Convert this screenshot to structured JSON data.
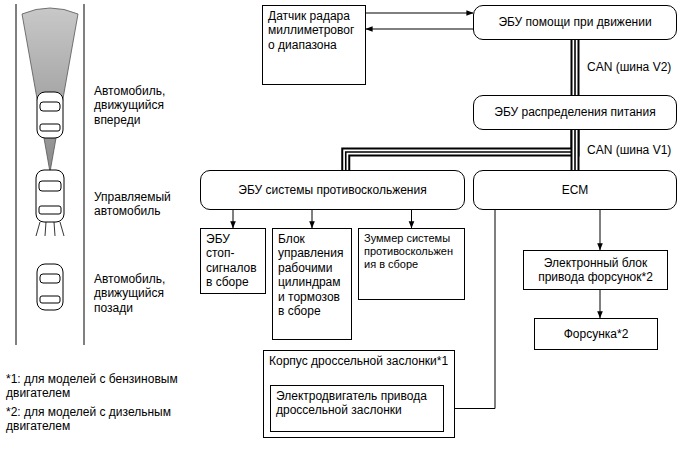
{
  "diagram": {
    "nodes": [
      {
        "text": [
          "Датчик радара миллиметрового диапазона"
        ]
      },
      {
        "text": [
          "ЭБУ помощи при движении"
        ]
      },
      {
        "text": [
          "ЭБУ распределения питания"
        ]
      },
      {
        "text": [
          "ЭБУ системы противоскольжения"
        ]
      },
      {
        "text": [
          "ECM"
        ]
      },
      {
        "text": [
          "ЭБУ стоп-сигналов в сборе"
        ]
      },
      {
        "text": [
          "Блок управления рабочими цилиндрами тормозов в сборе"
        ]
      },
      {
        "text": [
          "Зуммер системы противоскольжения в сборе"
        ]
      },
      {
        "text": [
          "Электронный блок привода форсунок*2"
        ]
      },
      {
        "text": [
          "Форсунка*2"
        ]
      },
      {
        "text": [
          "Корпус дроссельной заслонки*1"
        ]
      },
      {
        "text": [
          "Электродвигатель привода дроссельной заслонки"
        ],
        "in": 10
      }
    ],
    "edges": [
      {
        "from": 0,
        "to": 1,
        "arrow": "to"
      },
      {
        "from": 1,
        "to": 0,
        "arrow": "to"
      },
      {
        "from": 1,
        "to": 2,
        "label": "CAN (шина V2)",
        "arrow": "none"
      },
      {
        "from": 2,
        "to": 3,
        "arrow": "none"
      },
      {
        "from": 2,
        "to": 4,
        "label": "CAN (шина V1)",
        "arrow": "none"
      },
      {
        "from": 3,
        "to": 5,
        "arrow": "to"
      },
      {
        "from": 3,
        "to": 6,
        "arrow": "to"
      },
      {
        "from": 3,
        "to": 7,
        "arrow": "to"
      },
      {
        "from": 4,
        "to": 8,
        "arrow": "to"
      },
      {
        "from": 8,
        "to": 9,
        "arrow": "to"
      },
      {
        "from": 4,
        "to": 11,
        "arrow": "to"
      }
    ],
    "labels": [
      "Автомобиль, движущийся впереди",
      "Управляемый автомобиль",
      "Автомобиль, движущийся позади",
      "*1: для моделей с бензиновым двигателем",
      "*2: для моделей с дизельным двигателем"
    ]
  }
}
